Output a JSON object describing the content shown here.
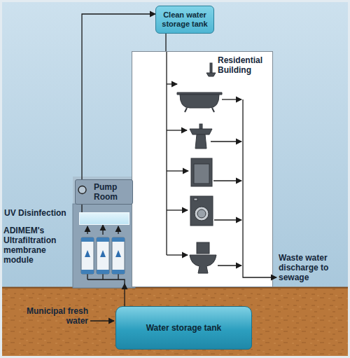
{
  "diagram": {
    "nodes": [
      {
        "text": [
          "Clean water storage tank"
        ]
      },
      {
        "text": [
          "Residential Building"
        ]
      },
      {
        "text": [
          "Pump Room"
        ]
      },
      {
        "text": [
          "UV Disinfection"
        ]
      },
      {
        "text": [
          "ADIMEM's Ultrafiltration membrane module"
        ]
      },
      {
        "text": [
          "Water storage tank"
        ]
      }
    ],
    "edges": [
      {
        "from": 5,
        "to": 4,
        "arrow": "to"
      },
      {
        "from": 4,
        "to": 3,
        "arrow": "to"
      },
      {
        "from": 3,
        "to": 2,
        "arrow": "none"
      },
      {
        "from": 2,
        "to": 0,
        "arrow": "to"
      },
      {
        "from": 0,
        "to": 1,
        "arrow": "none"
      }
    ],
    "labels": [
      "Municipal fresh water",
      "Waste water discharge to sewage"
    ]
  }
}
